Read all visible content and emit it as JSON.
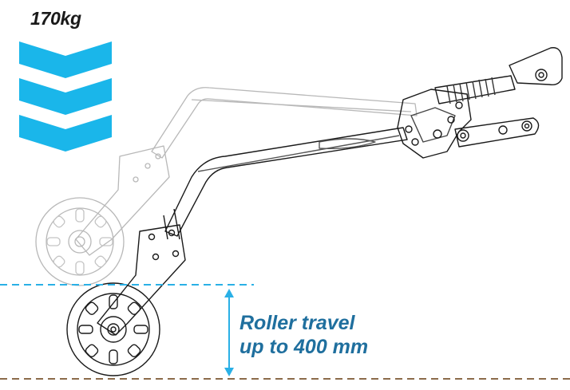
{
  "load": {
    "text": "170kg"
  },
  "travel": {
    "line1": "Roller travel",
    "line2": "up to 400 mm"
  },
  "colors": {
    "chevron": "#1ab6ea",
    "travel_text": "#1f6f9e",
    "arrow": "#2ab0e6",
    "ground_line": "#8b6b4a",
    "outline_dark": "#1a1a1a",
    "outline_ghost": "#b5b5b5"
  },
  "icons": {
    "load": "chevron-down-icon",
    "travel": "double-arrow-vertical-icon"
  }
}
